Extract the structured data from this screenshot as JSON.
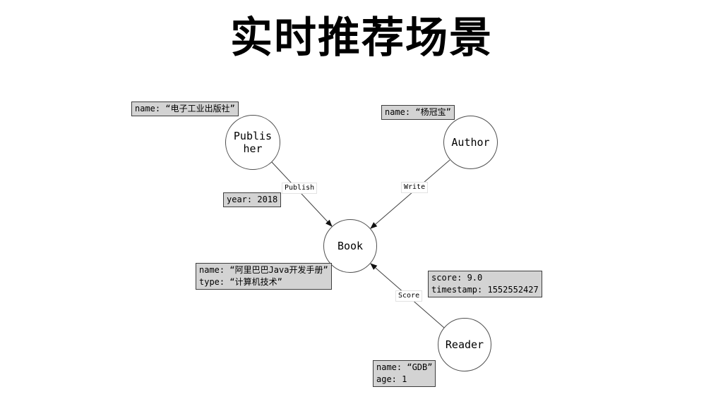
{
  "title": "实时推荐场景",
  "graph": {
    "nodes": {
      "publisher": {
        "label": "Publis\nher"
      },
      "author": {
        "label": "Author"
      },
      "book": {
        "label": "Book"
      },
      "reader": {
        "label": "Reader"
      }
    },
    "edges": {
      "publish": {
        "label": "Publish",
        "from": "Publisher",
        "to": "Book"
      },
      "write": {
        "label": "Write",
        "from": "Author",
        "to": "Book"
      },
      "score": {
        "label": "Score",
        "from": "Reader",
        "to": "Book"
      }
    },
    "property_boxes": {
      "publisher": {
        "line1": "name: “电子工业出版社”"
      },
      "author": {
        "line1": "name: “杨冠宝”"
      },
      "publish": {
        "line1": "year: 2018"
      },
      "book": {
        "line1": "name: “阿里巴巴Java开发手册”",
        "line2": "type: “计算机技术”"
      },
      "score": {
        "line1": "score: 9.0",
        "line2": "timestamp: 1552552427"
      },
      "reader": {
        "line1": "name: “GDB”",
        "line2": "age: 1"
      }
    }
  },
  "colors": {
    "background": "#ffffff",
    "title_text": "#000000",
    "node_fill": "#ffffff",
    "node_border": "#4f4f4f",
    "property_box_bg": "#d3d3d3",
    "property_box_border": "#3d3d3d",
    "edge_line": "#3f3f3f",
    "arrowhead": "#111111"
  }
}
